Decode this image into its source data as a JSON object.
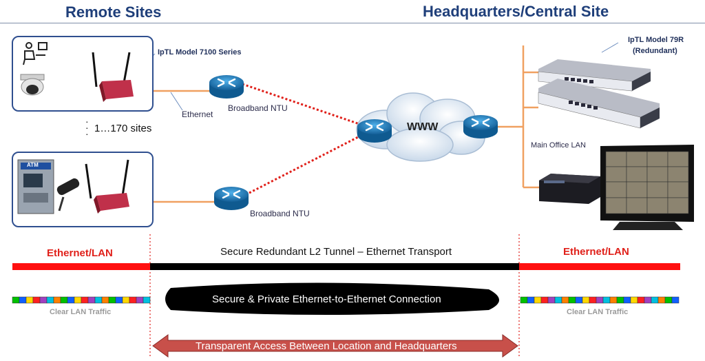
{
  "headings": {
    "remote": "Remote Sites",
    "hq": "Headquarters/Central Site"
  },
  "labels": {
    "remote_model": "IpTL Model 7100 Series",
    "hq_model_line1": "IpTL Model 79R",
    "hq_model_line2": "(Redundant)",
    "ethernet": "Ethernet",
    "ntu_top": "Broadband NTU",
    "ntu_bottom": "Broadband NTU",
    "sites": "1…170 sites",
    "www": "WWW",
    "main_office_lan": "Main Office LAN",
    "atm": "ATM"
  },
  "bands": {
    "eth_left": "Ethernet/LAN",
    "tunnel": "Secure Redundant L2 Tunnel – Ethernet Transport",
    "eth_right": "Ethernet/LAN",
    "connection": "Secure & Private Ethernet-to-Ethernet Connection",
    "clear_left": "Clear LAN Traffic",
    "clear_right": "Clear LAN Traffic",
    "access": "Transparent Access Between Location and Headquarters"
  },
  "colors": {
    "heading": "#1f3f7a",
    "ethernet_line": "#f0a060",
    "tunnel_dots": "#e0201a",
    "lan_bar": "#ff1010",
    "tunnel_bar": "#000000",
    "arrow_fill": "#c8504a",
    "router_blue": "#1e7fc0"
  }
}
